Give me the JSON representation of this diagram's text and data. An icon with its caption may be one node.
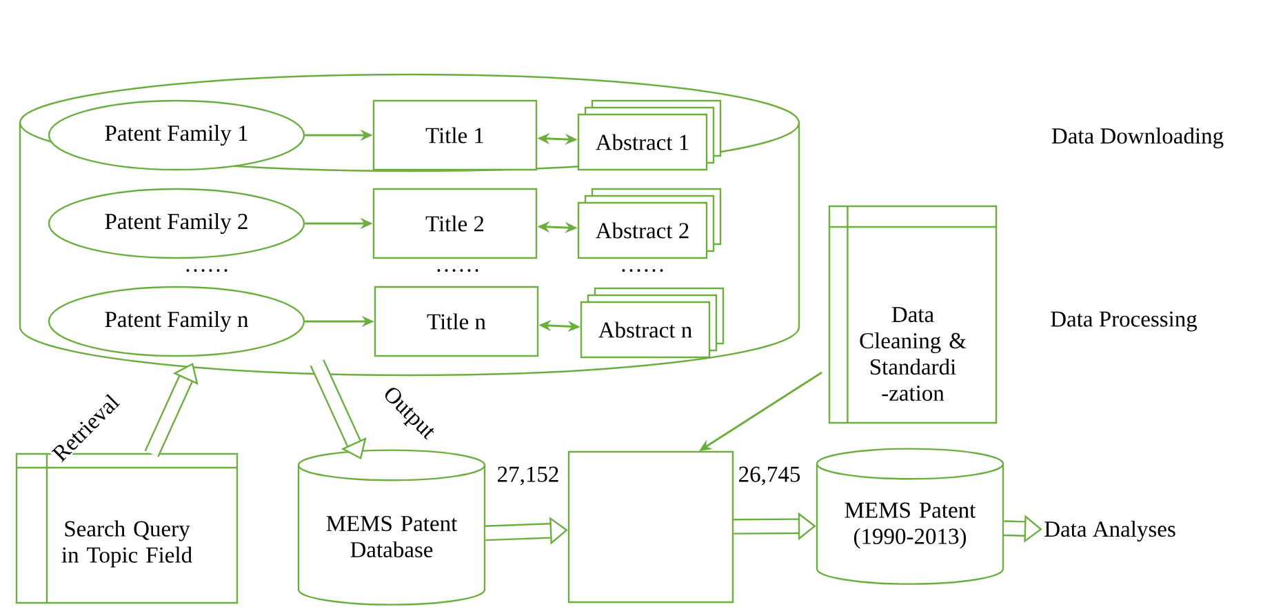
{
  "diagram": {
    "nodes": [
      {
        "text": [],
        "shape": "cylinder"
      },
      {
        "text": [
          "Patent Family 1"
        ],
        "in": 0
      },
      {
        "text": [
          "Title 1"
        ],
        "in": 0
      },
      {
        "text": [
          "Abstract 1"
        ],
        "in": 0
      },
      {
        "text": [
          "Patent Family 2"
        ],
        "in": 0
      },
      {
        "text": [
          "Title 2"
        ],
        "in": 0
      },
      {
        "text": [
          "Abstract 2"
        ],
        "in": 0
      },
      {
        "text": [
          "Patent Family n"
        ],
        "in": 0
      },
      {
        "text": [
          "Title n"
        ],
        "in": 0
      },
      {
        "text": [
          "Abstract n"
        ],
        "in": 0
      },
      {
        "text": [
          "Search Query in Topic Field"
        ]
      },
      {
        "text": [
          "MEMS Patent Database"
        ]
      },
      {
        "text": [
          "Data Cleaning & Standardi -zation"
        ]
      },
      {
        "text": [],
        "shape": "box"
      },
      {
        "text": [
          "MEMS Patent (1990-2013)"
        ]
      },
      {
        "text": [
          "Data Analyses"
        ]
      }
    ],
    "edges": [
      {
        "from": 1,
        "to": 2,
        "arrow": "to"
      },
      {
        "from": 2,
        "to": 3,
        "arrow": "both"
      },
      {
        "from": 4,
        "to": 5,
        "arrow": "to"
      },
      {
        "from": 5,
        "to": 6,
        "arrow": "both"
      },
      {
        "from": 7,
        "to": 8,
        "arrow": "to"
      },
      {
        "from": 8,
        "to": 9,
        "arrow": "both"
      },
      {
        "from": 10,
        "to": 0,
        "arrow": "to",
        "label": "Retrieval",
        "style": "thick"
      },
      {
        "from": 0,
        "to": 11,
        "arrow": "to",
        "label": "Output",
        "style": "thick"
      },
      {
        "from": 11,
        "to": 13,
        "arrow": "to",
        "label": "27,152",
        "style": "thick"
      },
      {
        "from": 12,
        "to": 13,
        "arrow": "to"
      },
      {
        "from": 13,
        "to": 14,
        "arrow": "to",
        "label": "26,745",
        "style": "thick"
      },
      {
        "from": 14,
        "to": 15,
        "arrow": "to",
        "style": "thick"
      }
    ],
    "labels": [
      "……",
      "……",
      "……",
      "Data Downloading",
      "Data Processing"
    ]
  }
}
